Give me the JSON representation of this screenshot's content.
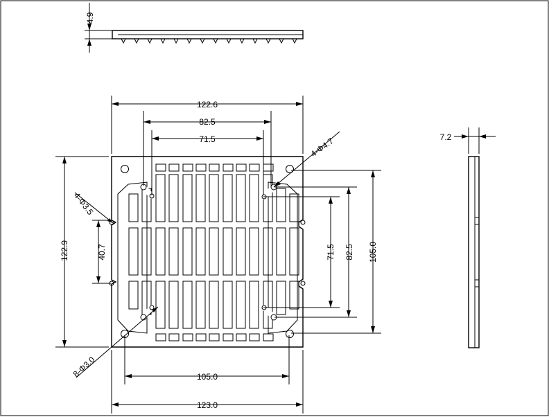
{
  "dimensions": {
    "top_thickness": "4.9",
    "width_top": "122.6",
    "inner_outer": "82.5",
    "inner_inner": "71.5",
    "hole_mount": "4-Φ4.7",
    "hole_side": "4-Φ3.5",
    "height_left": "122.9",
    "side_spacing": "40.7",
    "vert_inner": "71.5",
    "vert_outer": "82.5",
    "vert_holes": "105.0",
    "small_holes": "8-Φ3.0",
    "bottom_holes": "105.0",
    "bottom_width": "123.0",
    "side_thickness": "7.2"
  }
}
